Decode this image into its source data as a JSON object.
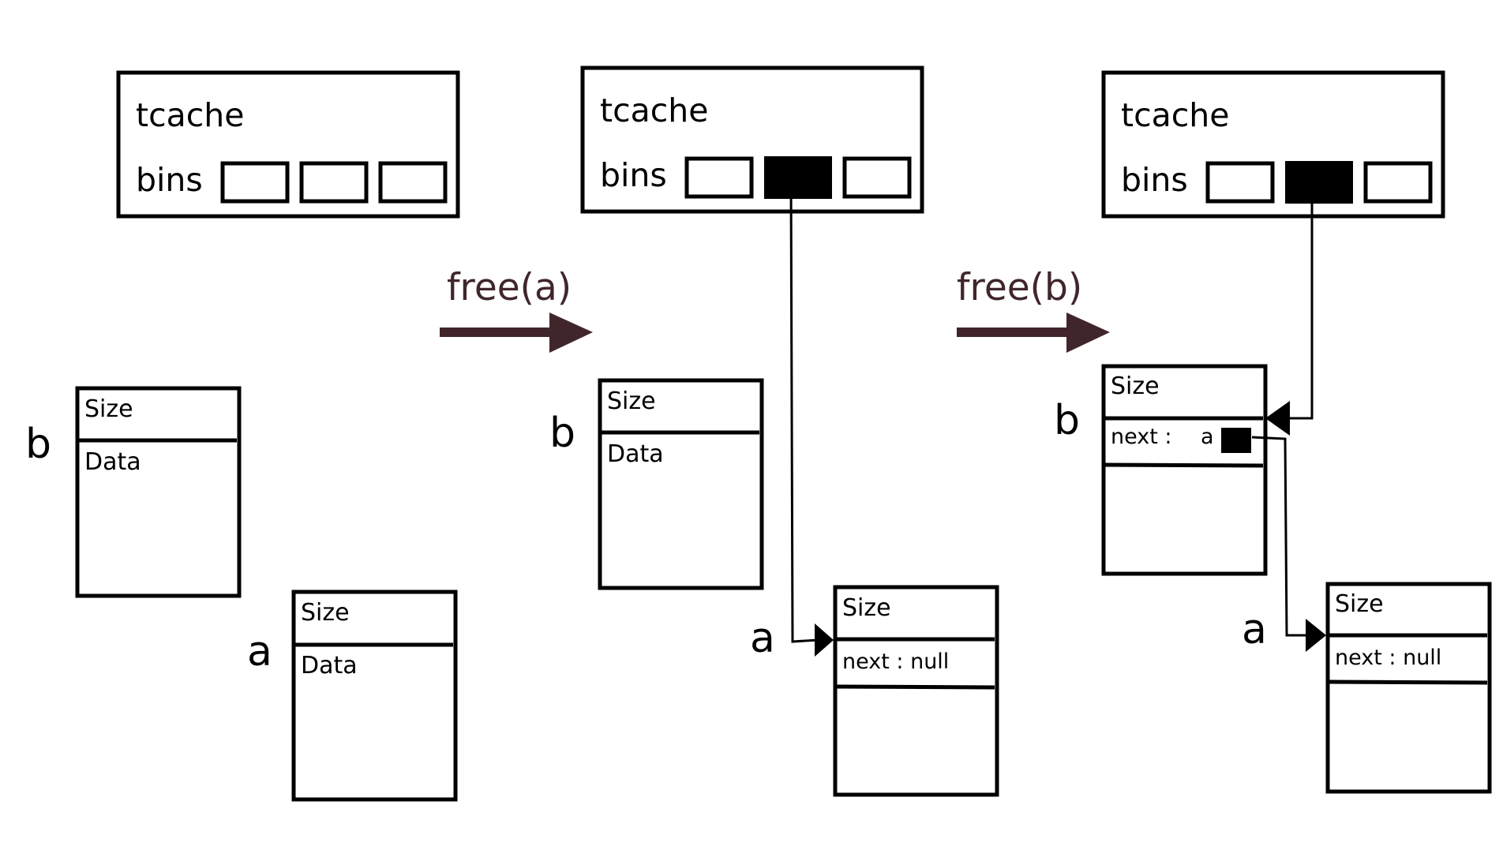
{
  "colors": {
    "stroke": "#000000",
    "arrow": "#40262a",
    "background": "#ffffff"
  },
  "states": [
    {
      "tcache": {
        "title": "tcache",
        "bins_label": "bins",
        "filled_bin": null
      },
      "chunk_b": {
        "name": "b",
        "size_label": "Size",
        "body_label": "Data"
      },
      "chunk_a": {
        "name": "a",
        "size_label": "Size",
        "body_label": "Data"
      }
    },
    {
      "tcache": {
        "title": "tcache",
        "bins_label": "bins",
        "filled_bin": 1
      },
      "chunk_b": {
        "name": "b",
        "size_label": "Size",
        "body_label": "Data"
      },
      "chunk_a": {
        "name": "a",
        "size_label": "Size",
        "next_label": "next : null"
      }
    },
    {
      "tcache": {
        "title": "tcache",
        "bins_label": "bins",
        "filled_bin": 1
      },
      "chunk_b": {
        "name": "b",
        "size_label": "Size",
        "next_label": "next :",
        "next_target": "a"
      },
      "chunk_a": {
        "name": "a",
        "size_label": "Size",
        "next_label": "next : null"
      }
    }
  ],
  "operations": [
    {
      "label": "free(a)"
    },
    {
      "label": "free(b)"
    }
  ]
}
